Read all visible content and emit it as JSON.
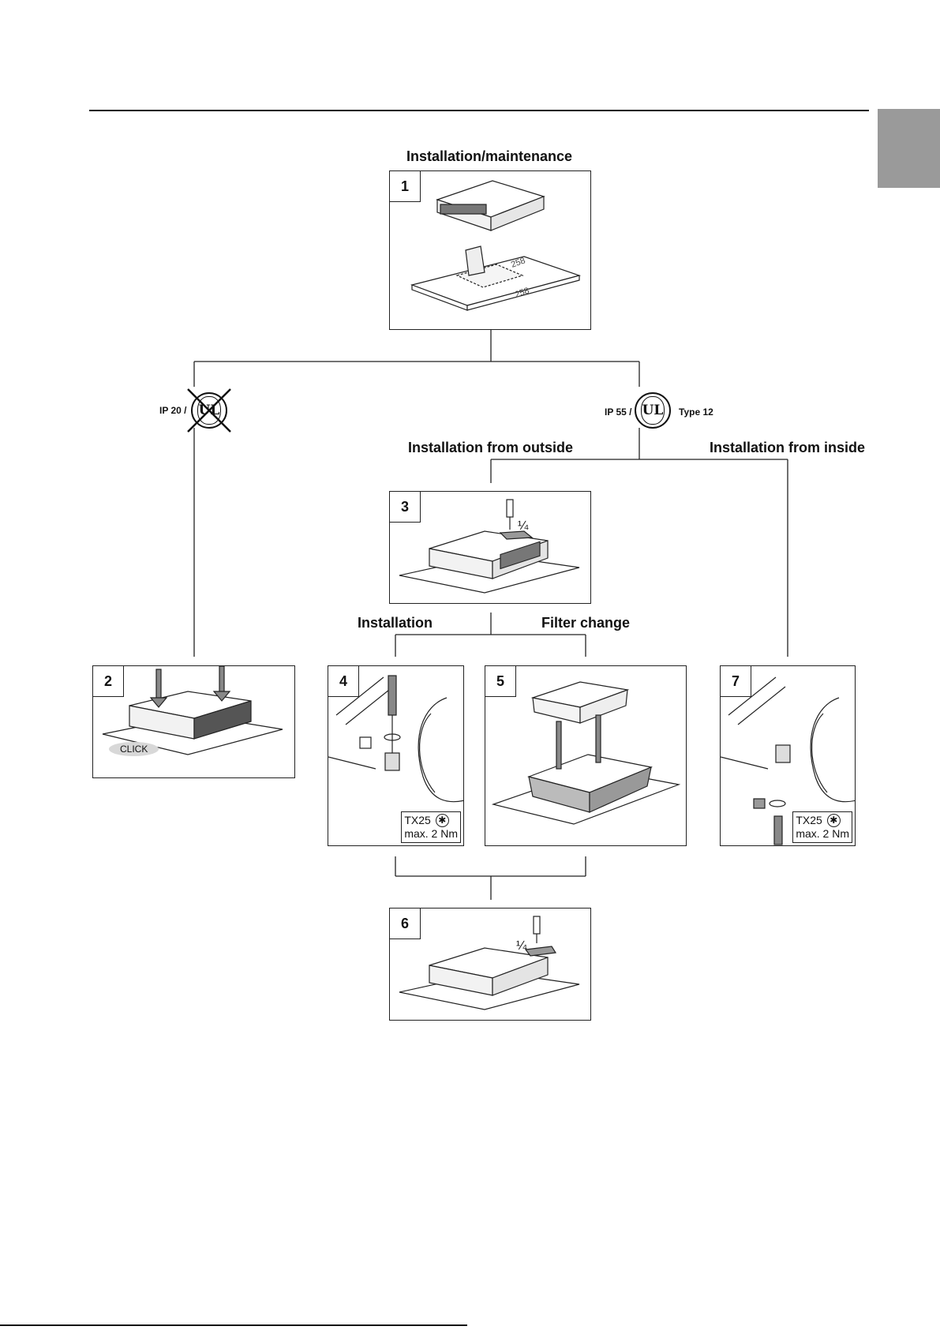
{
  "headings": {
    "top": "Installation/maintenance",
    "outside": "Installation from outside",
    "inside": "Installation from inside",
    "installation": "Installation",
    "filter": "Filter change"
  },
  "ip20": {
    "label": "IP 20 /",
    "logo": "UL"
  },
  "ip55": {
    "label": "IP 55 /",
    "logo": "UL",
    "type": "Type 12"
  },
  "panels": {
    "p1": {
      "num": "1",
      "dim_a": "258",
      "dim_b": "258"
    },
    "p2": {
      "num": "2",
      "click": "CLICK"
    },
    "p3": {
      "num": "3",
      "quarter": "¼"
    },
    "p4": {
      "num": "4",
      "tool": "TX25",
      "torque": "max. 2 Nm"
    },
    "p5": {
      "num": "5"
    },
    "p6": {
      "num": "6",
      "quarter": "¼"
    },
    "p7": {
      "num": "7",
      "tool": "TX25",
      "torque": "max. 2 Nm"
    }
  },
  "colors": {
    "line": "#222222",
    "tab": "#9a9a9a",
    "shade": "#888888"
  }
}
